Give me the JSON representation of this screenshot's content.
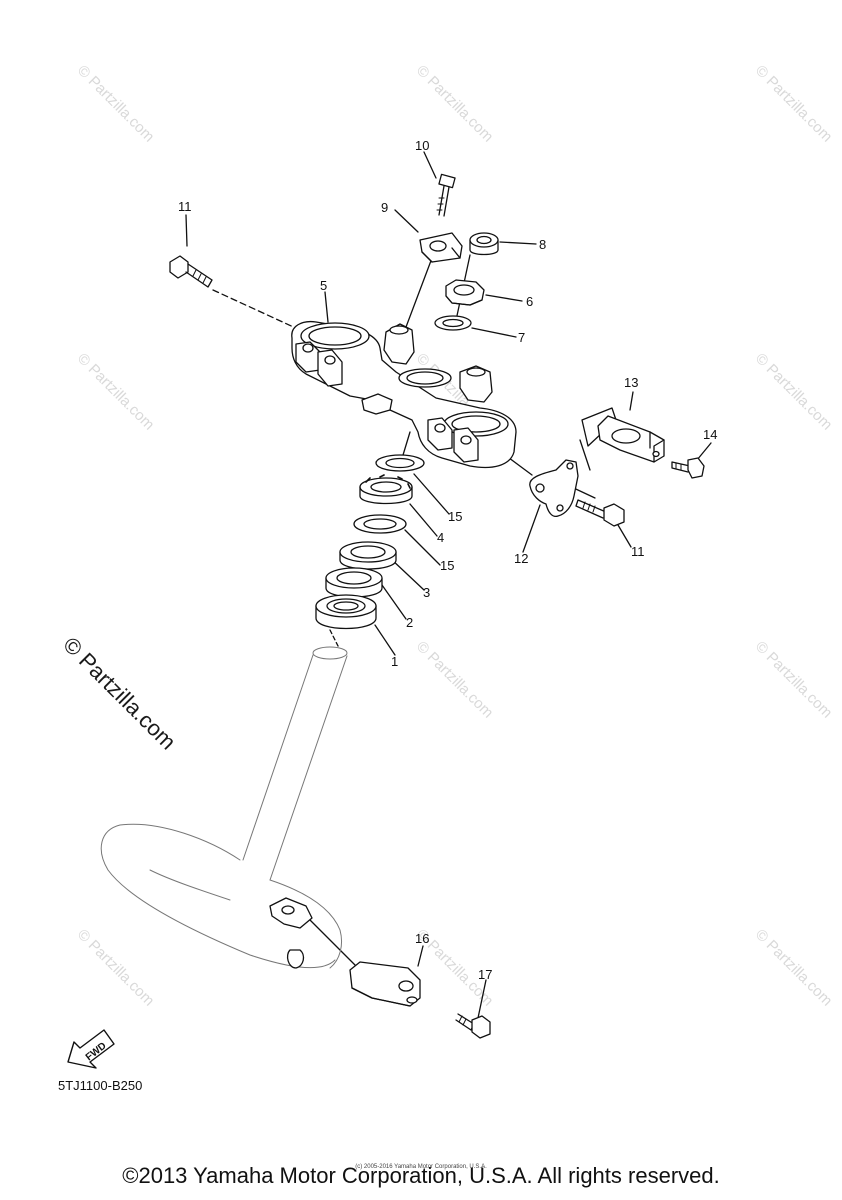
{
  "watermark": {
    "faint_text": "© Partzilla.com",
    "bold_text": "© Partzilla.com"
  },
  "callouts": [
    "10",
    "9",
    "8",
    "11",
    "5",
    "6",
    "7",
    "13",
    "14",
    "15",
    "4",
    "15",
    "3",
    "2",
    "1",
    "12",
    "11",
    "16",
    "17"
  ],
  "fwd_label": "FWD",
  "diagram_code": "5TJ1100-B250",
  "fine_print": "(c) 2005-2016 Yamaha Motor Corporation, U.S.A.",
  "copyright": "©2013 Yamaha Motor Corporation, U.S.A. All rights reserved.",
  "colors": {
    "line": "#111111",
    "watermark": "#d9d9d9",
    "part_fill": "#ffffff"
  }
}
